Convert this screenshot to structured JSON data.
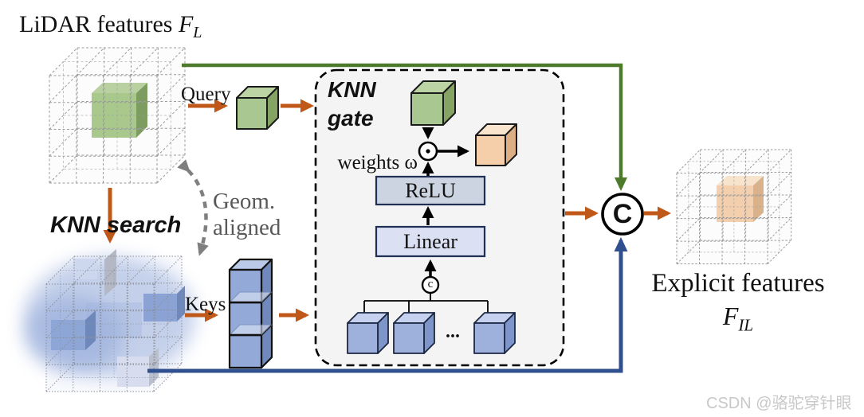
{
  "lidar": {
    "title": "LiDAR features",
    "var": "F",
    "sub": "L"
  },
  "labels": {
    "query": "Query",
    "keys": "Keys",
    "knn_search": "KNN search",
    "gate_line1": "KNN",
    "gate_line2": "gate",
    "weights": "weights ω",
    "geom_line1": "Geom.",
    "geom_line2": "aligned",
    "dots": "..."
  },
  "gate": {
    "relu": "ReLU",
    "linear": "Linear",
    "concat": "c"
  },
  "concat": {
    "symbol": "C"
  },
  "output": {
    "title": "Explicit features",
    "var": "F",
    "sub": "IL"
  },
  "watermark": "CSDN @骆驼穿针眼",
  "colors": {
    "arrow_orange": "#C0581A",
    "line_green": "#4E7A2B",
    "line_blue": "#2F4F8F",
    "dashed_gray": "#7F7F7F",
    "gate_fill": "#F4F4F4",
    "relu_fill": "#CCD4E2",
    "linear_fill": "#DBE1F2",
    "box_border": "#1F2F55",
    "cube_green": "#A9C790",
    "cube_orange": "#F4CFA9",
    "cube_blue": "#93AAD8",
    "highlight_green": "#A8C88C",
    "highlight_orange": "#F3CFAE",
    "watermark_gray": "#C8C8C8"
  }
}
